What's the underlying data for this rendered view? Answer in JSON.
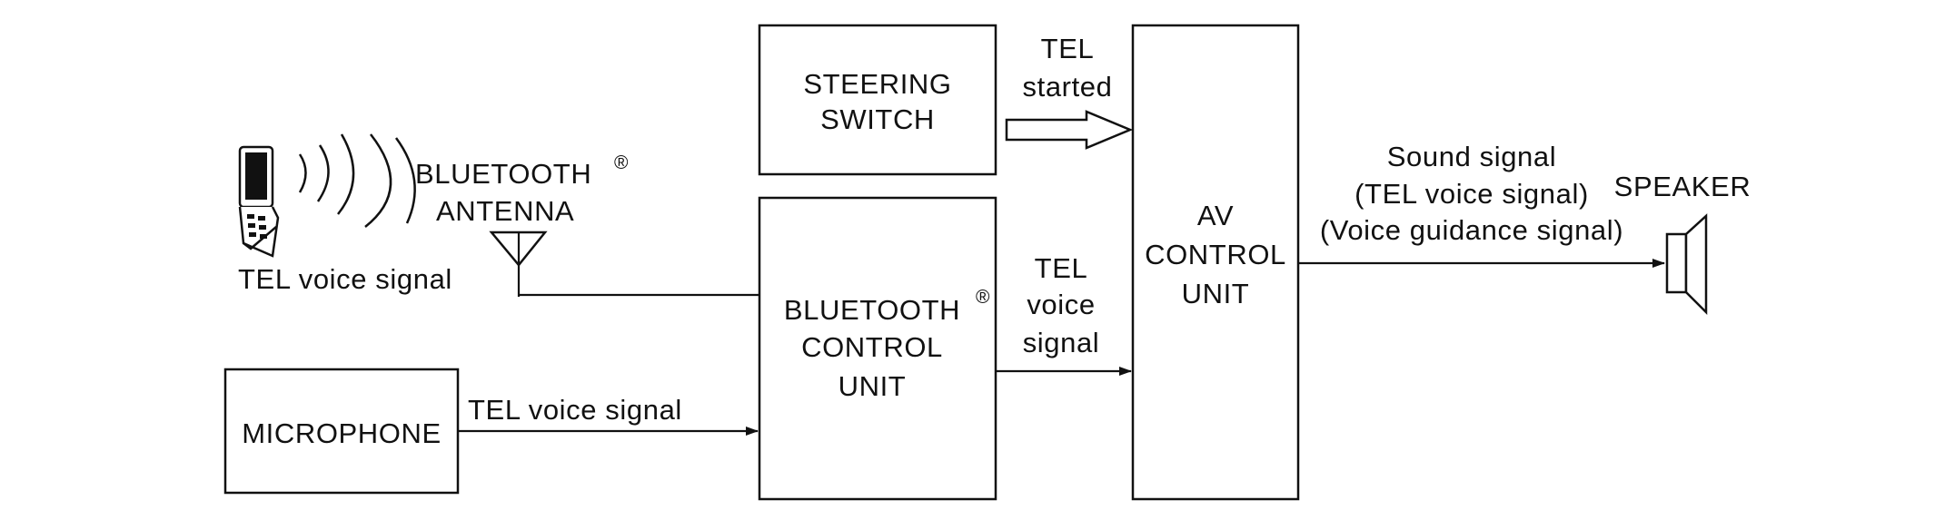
{
  "blocks": {
    "steering_switch": [
      "STEERING",
      "SWITCH"
    ],
    "bluetooth_control_unit": [
      "BLUETOOTH",
      "CONTROL",
      "UNIT"
    ],
    "bluetooth_control_unit_mark": "®",
    "av_control_unit": [
      "AV",
      "CONTROL",
      "UNIT"
    ],
    "microphone": "MICROPHONE"
  },
  "labels": {
    "bluetooth_antenna": [
      "BLUETOOTH",
      "ANTENNA"
    ],
    "bluetooth_antenna_mark": "®",
    "phone_signal": "TEL voice signal",
    "speaker": "SPEAKER"
  },
  "signals": {
    "tel_started": [
      "TEL",
      "started"
    ],
    "tel_voice_to_av": [
      "TEL",
      "voice",
      "signal"
    ],
    "mic_to_bluetooth": "TEL voice signal",
    "av_to_speaker": [
      "Sound signal",
      "(TEL voice signal)",
      "(Voice guidance signal)"
    ]
  },
  "icons": [
    "mobile-phone-icon",
    "wireless-waves-icon",
    "antenna-icon",
    "speaker-icon"
  ],
  "colors": {
    "line": "#111111",
    "background": "#ffffff"
  }
}
